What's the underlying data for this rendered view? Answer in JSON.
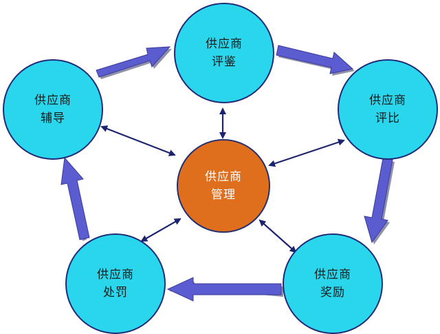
{
  "nodes": {
    "pingjian": {
      "line1": "供应商",
      "line2": "评鉴"
    },
    "pingbi": {
      "line1": "供应商",
      "line2": "评比"
    },
    "jiangli": {
      "line1": "供应商",
      "line2": "奖励"
    },
    "chufa": {
      "line1": "供应商",
      "line2": "处罚"
    },
    "fudao": {
      "line1": "供应商",
      "line2": "辅导"
    },
    "guanli": {
      "line1": "供应商",
      "line2": "管理"
    }
  },
  "colors": {
    "outer_fill": "#2ad6ec",
    "center_fill": "#df6e1d",
    "border": "#1f2a78",
    "arrow_fill": "#5b5cd0",
    "arrow_shadow": "#8f90a8",
    "connector": "#1c2470"
  }
}
